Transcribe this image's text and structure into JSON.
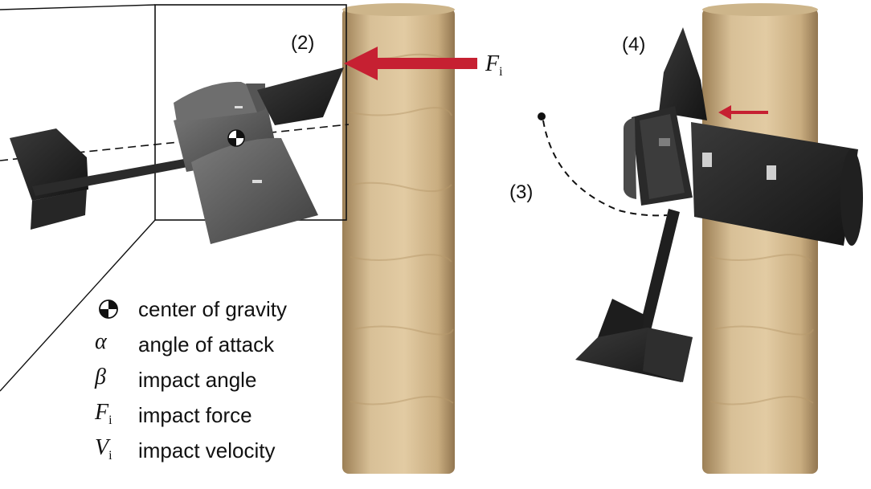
{
  "labels": {
    "stage2": "(2)",
    "stage3": "(3)",
    "stage4": "(4)",
    "force_symbol": "F",
    "force_subscript": "i"
  },
  "legend": [
    {
      "symbol": "",
      "subscript": "",
      "icon": "center-of-gravity-icon",
      "text": "center of gravity"
    },
    {
      "symbol": "α",
      "subscript": "",
      "icon": "",
      "text": "angle of attack"
    },
    {
      "symbol": "β",
      "subscript": "",
      "icon": "",
      "text": "impact angle"
    },
    {
      "symbol": "F",
      "subscript": "i",
      "icon": "",
      "text": "impact force"
    },
    {
      "symbol": "V",
      "subscript": "i",
      "icon": "",
      "text": "impact velocity"
    }
  ],
  "colors": {
    "arrow_red": "#c62032",
    "wood_light": "#d9c098",
    "wood_dark": "#a88a5e",
    "aircraft_dark": "#1e1e1e",
    "aircraft_gray": "#6a6a6a"
  }
}
